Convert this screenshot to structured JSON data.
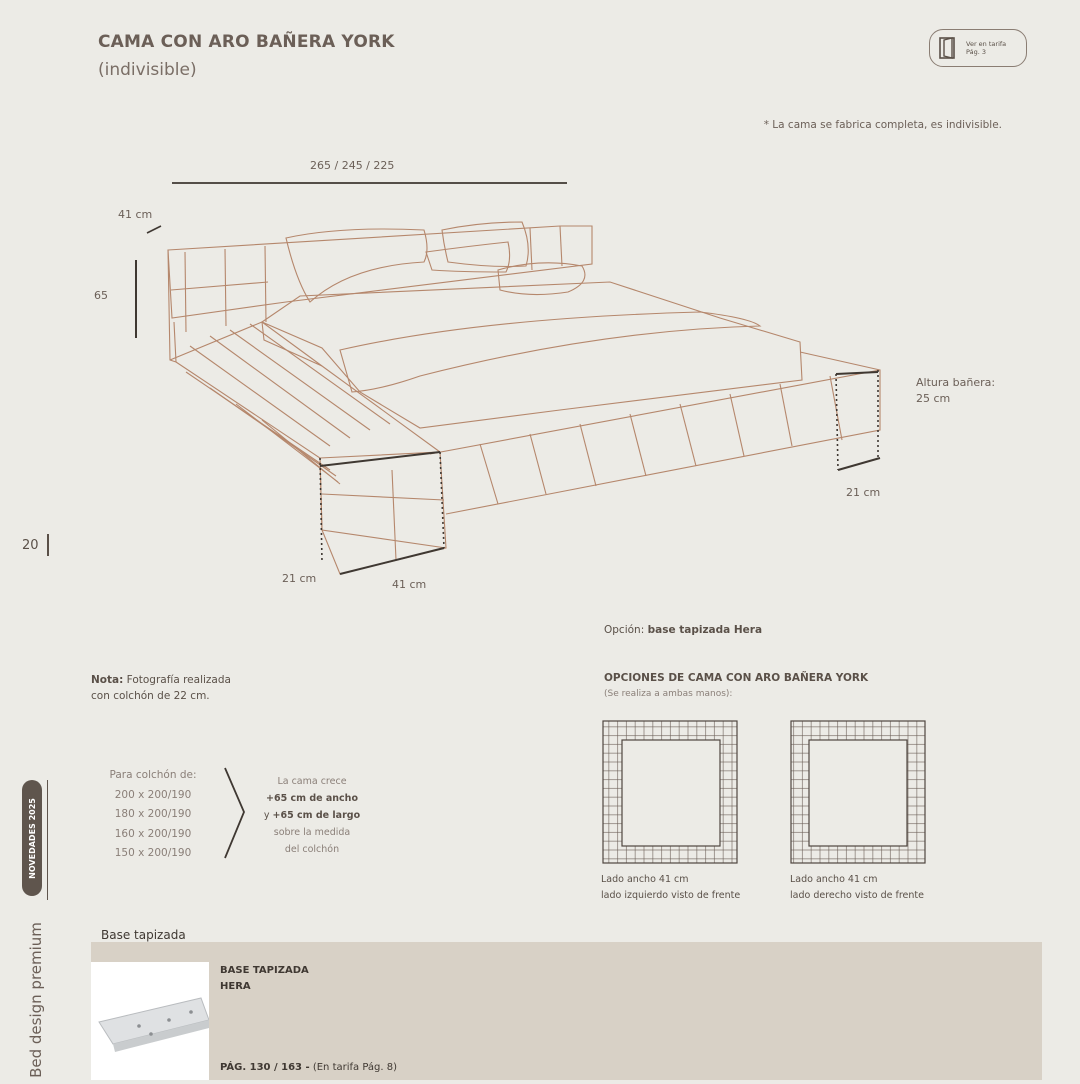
{
  "header": {
    "title": "CAMA CON ARO BAÑERA YORK",
    "subtitle": "(indivisible)",
    "tarifa_line1": "Ver en tarifa",
    "tarifa_line2": "Pág. 3",
    "note": "* La cama se fabrica completa, es indivisible."
  },
  "drawing": {
    "width_dims": "265 / 245 / 225",
    "side_width": "41 cm",
    "height": "65",
    "tub_height_label": "Altura bañera:",
    "tub_height_value": "25 cm",
    "right_foot": "21 cm",
    "front_foot_h": "21 cm",
    "front_foot_w": "41 cm"
  },
  "page_number": "20",
  "option": {
    "prefix": "Opción:",
    "value": "base tapizada Hera"
  },
  "nota": {
    "prefix": "Nota:",
    "line1": "Fotografía realizada",
    "line2": "con colchón de 22 cm."
  },
  "mattress": {
    "heading": "Para colchón de:",
    "sizes": [
      "200 x 200/190",
      "180 x 200/190",
      "160 x 200/190",
      "150 x 200/190"
    ],
    "grows_1": "La cama crece",
    "grows_2": "+65 cm de ancho",
    "grows_3_prefix": "y",
    "grows_3": "+65 cm de largo",
    "grows_4": "sobre la medida",
    "grows_5": "del colchón"
  },
  "options_section": {
    "title": "OPCIONES DE CAMA CON ARO BAÑERA YORK",
    "subtitle": "(Se realiza a ambas manos):",
    "left_line1": "Lado ancho 41 cm",
    "left_line2": "lado izquierdo visto de frente",
    "right_line1": "Lado ancho 41 cm",
    "right_line2": "lado derecho visto de frente"
  },
  "sidebar": {
    "badge": "NOVEDADES 2025",
    "brand": "Bed design premium"
  },
  "base": {
    "section_label": "Base tapizada",
    "name_line1": "BASE TAPIZADA",
    "name_line2": "HERA",
    "pages_bold": "PÁG. 130 / 163 -",
    "pages_rest": "(En tarifa Pág. 8)"
  }
}
